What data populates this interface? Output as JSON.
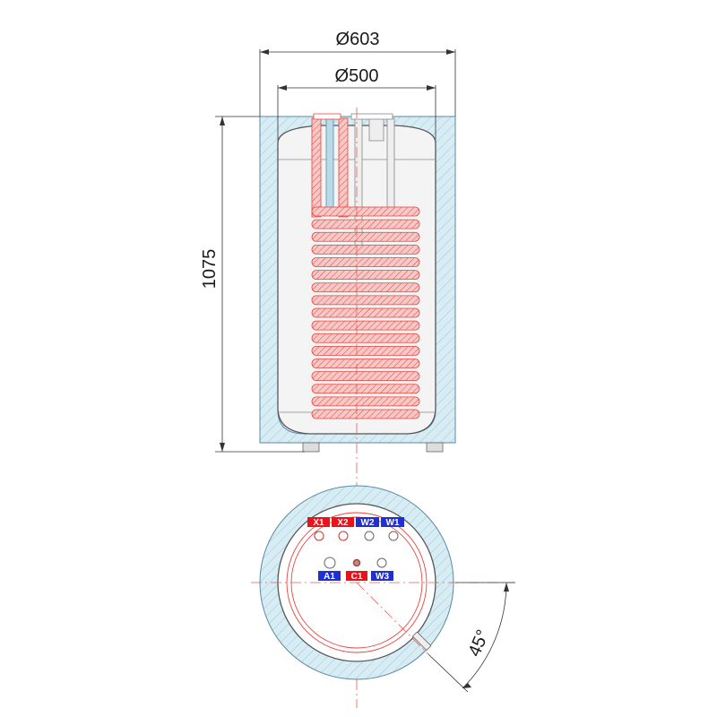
{
  "dimensions": {
    "outer_diameter": "Ø603",
    "inner_diameter": "Ø500",
    "height": "1075",
    "angle": "45°"
  },
  "ports_top_row": [
    {
      "label": "X1",
      "color": "#e8131b"
    },
    {
      "label": "X2",
      "color": "#e8131b"
    },
    {
      "label": "W2",
      "color": "#1f2fd1"
    },
    {
      "label": "W1",
      "color": "#1f2fd1"
    }
  ],
  "ports_bottom_row": [
    {
      "label": "A1",
      "color": "#1f2fd1"
    },
    {
      "label": "C1",
      "color": "#e8131b"
    },
    {
      "label": "W3",
      "color": "#1f2fd1"
    }
  ],
  "colors": {
    "insulation": "#cfe6f0",
    "insulation_hatch": "#7fb3cc",
    "coil": "#e8433e",
    "tank_fill": "#f2f2f2",
    "line": "#555555",
    "centerline": "#e06060"
  }
}
